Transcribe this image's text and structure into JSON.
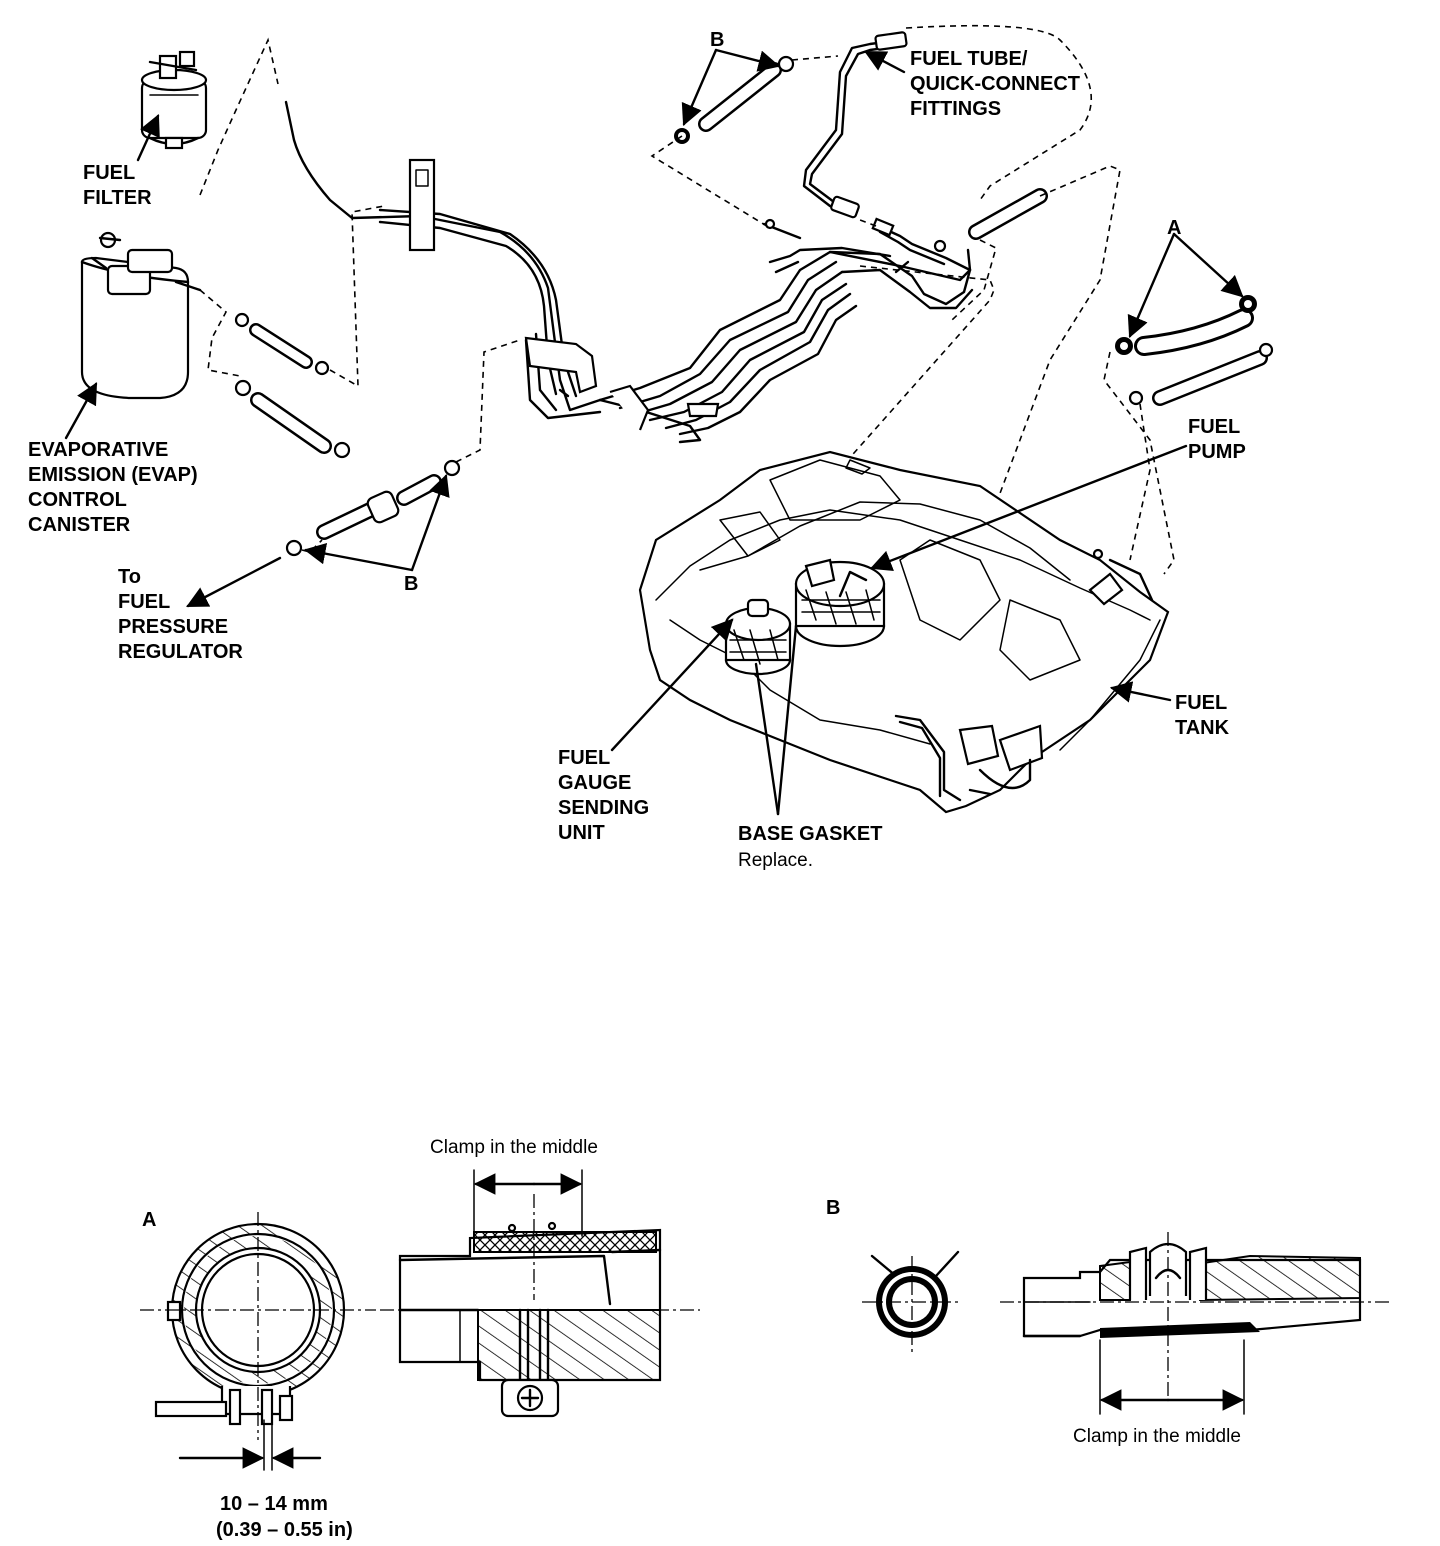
{
  "labels": {
    "fuel_filter": [
      "FUEL",
      "FILTER"
    ],
    "evap_canister": [
      "EVAPORATIVE",
      "EMISSION (EVAP)",
      "CONTROL",
      "CANISTER"
    ],
    "to_regulator": [
      "To",
      "FUEL",
      "PRESSURE",
      "REGULATOR"
    ],
    "clamp_b_lower": "B",
    "clamp_b_upper": "B",
    "fuel_tube": [
      "FUEL TUBE/",
      "QUICK-CONNECT",
      "FITTINGS"
    ],
    "clamp_a": "A",
    "fuel_pump": [
      "FUEL",
      "PUMP"
    ],
    "fuel_tank": [
      "FUEL",
      "TANK"
    ],
    "fuel_gauge": [
      "FUEL",
      "GAUGE",
      "SENDING",
      "UNIT"
    ],
    "base_gasket": "BASE GASKET",
    "base_gasket_note": "Replace."
  },
  "detail_a": {
    "letter": "A",
    "caption": "Clamp in the middle",
    "dimension": [
      "10 – 14 mm",
      "(0.39 – 0.55 in)"
    ]
  },
  "detail_b": {
    "letter": "B",
    "caption": "Clamp in the middle"
  }
}
